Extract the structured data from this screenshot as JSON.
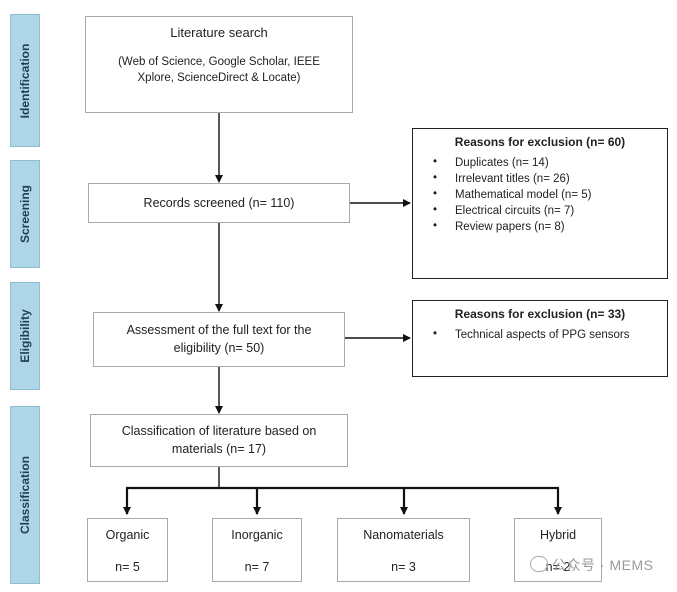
{
  "stages": [
    {
      "id": "identification",
      "label": "Identification"
    },
    {
      "id": "screening",
      "label": "Screening"
    },
    {
      "id": "eligibility",
      "label": "Eligibility"
    },
    {
      "id": "classification",
      "label": "Classification"
    }
  ],
  "search": {
    "title": "Literature search",
    "detail_line1": "(Web of Science, Google Scholar, IEEE",
    "detail_line2": "Xplore, ScienceDirect & Locate)"
  },
  "screened": {
    "text": "Records screened (n= 110)"
  },
  "exclusion1": {
    "title": "Reasons for exclusion (n= 60)",
    "items": [
      "Duplicates (n= 14)",
      "Irrelevant titles (n= 26)",
      "Mathematical model (n= 5)",
      "Electrical circuits (n= 7)",
      "Review  papers (n= 8)"
    ]
  },
  "assessment": {
    "line1": "Assessment of the full text for the",
    "line2": "eligibility (n= 50)"
  },
  "exclusion2": {
    "title": "Reasons for exclusion (n= 33)",
    "items": [
      "Technical aspects of PPG sensors"
    ]
  },
  "classification": {
    "line1": "Classification of literature based on",
    "line2": "materials (n= 17)"
  },
  "categories": [
    {
      "name": "Organic",
      "count": "n= 5"
    },
    {
      "name": "Inorganic",
      "count": "n= 7"
    },
    {
      "name": "Nanomaterials",
      "count": "n= 3"
    },
    {
      "name": "Hybrid",
      "count": "n= 2"
    }
  ],
  "watermark": {
    "text": "公众号 · MEMS"
  }
}
